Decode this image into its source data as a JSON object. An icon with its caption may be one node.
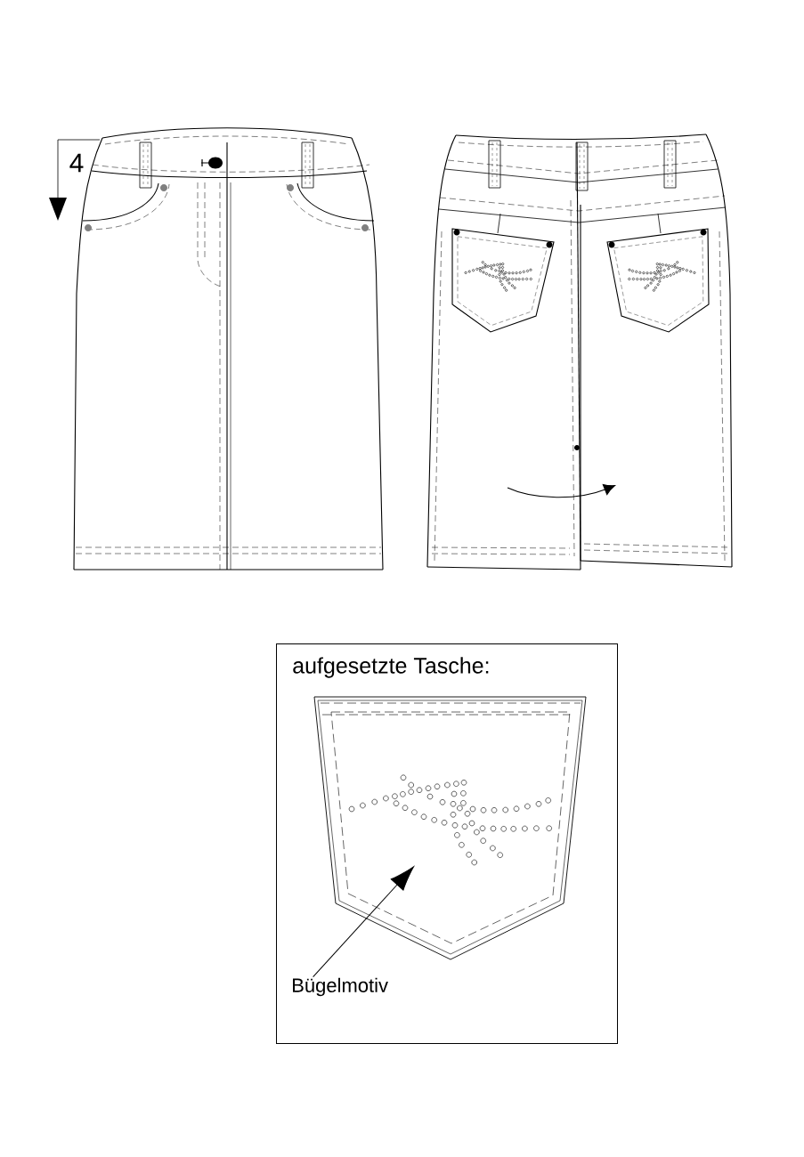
{
  "diagram": {
    "nodes": [
      {
        "text": [
          "aufgesetzte Tasche:"
        ]
      },
      {
        "text": [
          "Bügelmotiv"
        ],
        "in": 0
      },
      {
        "text": [],
        "shape": "picture",
        "in": 0
      }
    ],
    "edges": [
      {
        "from": 1,
        "to": 2,
        "arrow": "to"
      }
    ],
    "labels": [
      "4"
    ]
  }
}
